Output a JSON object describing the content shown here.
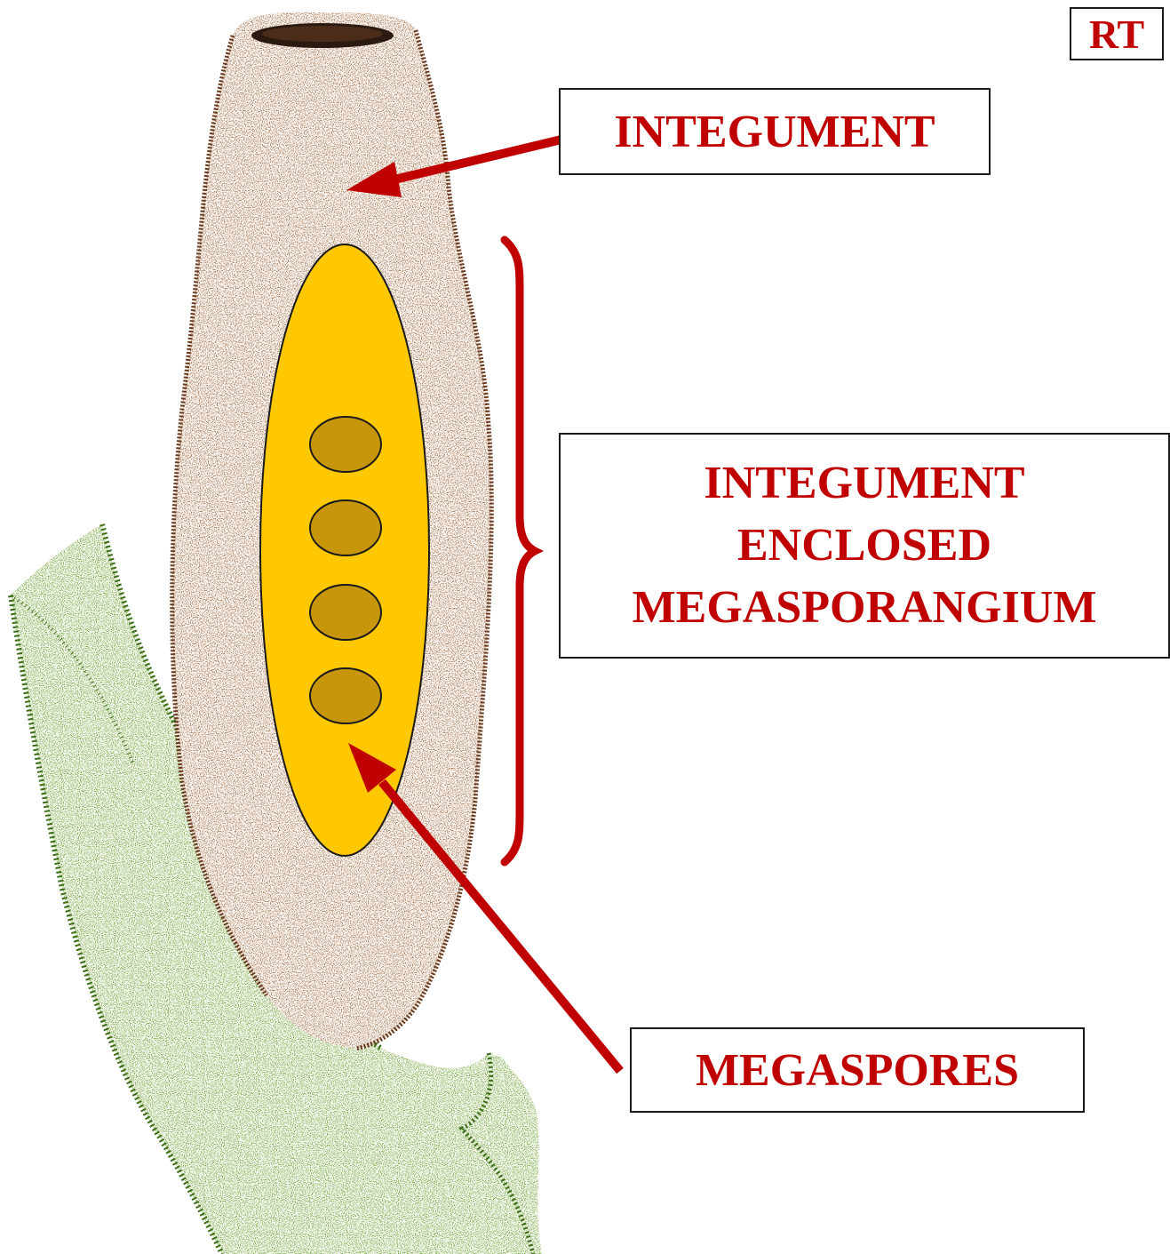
{
  "labels": {
    "corner_tag": "RT",
    "integument": "INTEGUMENT",
    "enclosed": [
      "INTEGUMENT",
      "ENCLOSED",
      "MEGASPORANGIUM"
    ],
    "megaspores": "MEGASPORES"
  },
  "colors": {
    "label_text": "#c00000",
    "arrow": "#c00000",
    "brace": "#c00000",
    "megasporangium_fill": "#ffc800",
    "megaspore_fill": "#c8960a",
    "integument_stipple": "#6b3a1e",
    "stem_stipple": "#3a6e14"
  },
  "megaspore_count": 4
}
